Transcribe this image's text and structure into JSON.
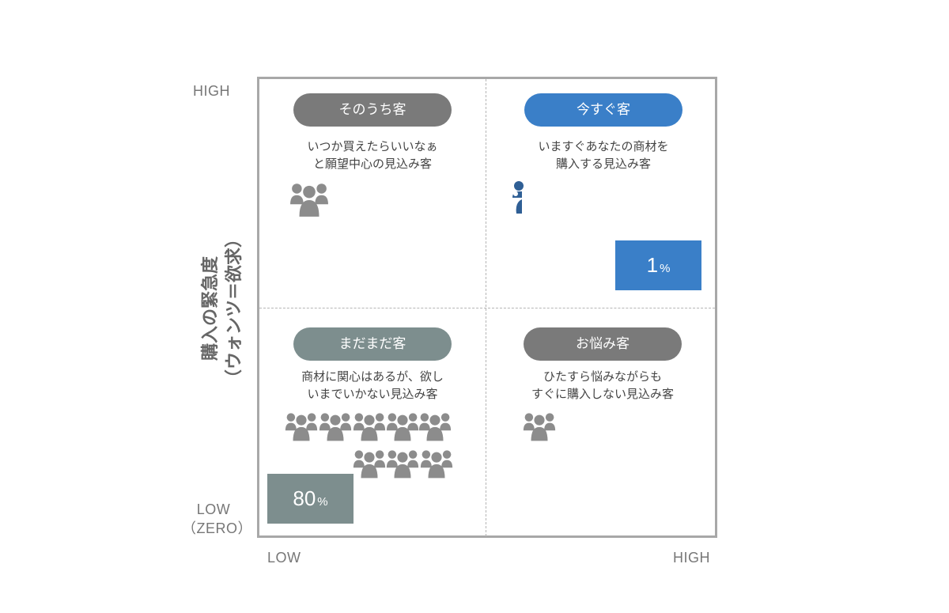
{
  "axes": {
    "y_high": "HIGH",
    "y_low_line1": "LOW",
    "y_low_line2": "（ZERO）",
    "x_low": "LOW",
    "x_high": "HIGH",
    "y_title_line1": "購入の緊急度",
    "y_title_line2": "（ウォンツ＝欲求）"
  },
  "quadrants": {
    "top_left": {
      "label": "そのうち客",
      "color": "#7a7a7a",
      "desc_line1": "いつか買えたらいいなぁ",
      "desc_line2": "と願望中心の見込み客",
      "icon": "group-people-icon"
    },
    "top_right": {
      "label": "今すぐ客",
      "color": "#3a7fc8",
      "desc_line1": "いますぐあなたの商材を",
      "desc_line2": "購入する見込み客",
      "icon": "single-person-icon",
      "percent": "1",
      "percent_unit": "%",
      "percent_value": 1,
      "percent_color": "#3a7fc8"
    },
    "bottom_left": {
      "label": "まだまだ客",
      "color": "#7d8e8e",
      "desc_line1": "商材に関心はあるが、欲し",
      "desc_line2": "いまでいかない見込み客",
      "icon": "group-people-icon",
      "percent": "80",
      "percent_unit": "%",
      "percent_value": 80,
      "percent_color": "#7d8e8e"
    },
    "bottom_right": {
      "label": "お悩み客",
      "color": "#7a7a7a",
      "desc_line1": "ひたすら悩みながらも",
      "desc_line2": "すぐに購入しない見込み客",
      "icon": "group-people-icon"
    }
  },
  "colors": {
    "icon_gray": "#8c8c8c",
    "icon_blue": "#2f5f95",
    "frame": "#a8a8a8"
  }
}
